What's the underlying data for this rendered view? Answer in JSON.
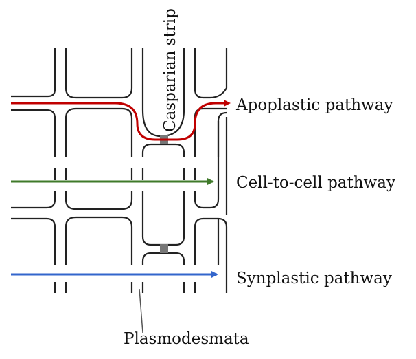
{
  "labels": {
    "casparian": "Casparian strip",
    "apoplastic": "Apoplastic pathway",
    "cell_to_cell": "Cell-to-cell pathway",
    "synplastic": "Synplastic pathway",
    "plasmodesmata": "Plasmodesmata"
  },
  "colors": {
    "apoplastic": "#c00000",
    "cell_to_cell": "#3f7a2a",
    "synplastic": "#3366cc",
    "casparian": "#777777",
    "cell_wall": "#222222"
  }
}
